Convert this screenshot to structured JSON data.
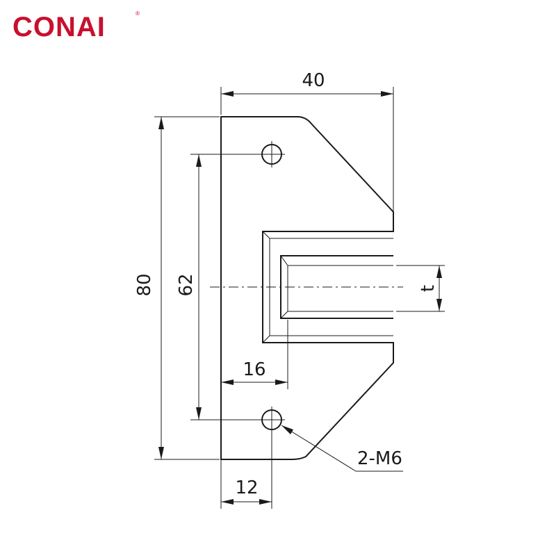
{
  "brand": {
    "name": "CONAI",
    "registered_mark": "®",
    "color": "#C8102E"
  },
  "drawing": {
    "line_color": "#1a1a1a",
    "dimensions": {
      "overall_width": "40",
      "overall_height": "80",
      "hole_spacing": "62",
      "slot_depth": "16",
      "hole_offset": "12",
      "slot_width": "t"
    },
    "callouts": {
      "holes": "2-M6"
    }
  }
}
